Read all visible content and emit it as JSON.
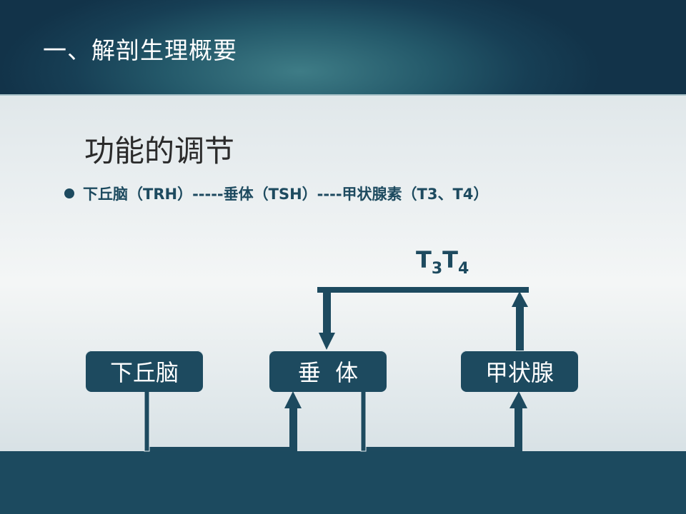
{
  "header": {
    "title": "一、解剖生理概要"
  },
  "section": {
    "subtitle": "功能的调节"
  },
  "bullet": {
    "text": "下丘脑（TRH）-----垂体（TSH）----甲状腺素（T3、T4）"
  },
  "diagram": {
    "nodes": [
      {
        "label": "下丘脑"
      },
      {
        "label": "垂  体"
      },
      {
        "label": "甲状腺"
      }
    ],
    "feedback_label": {
      "t1": "T",
      "s1": "3",
      "t2": "T",
      "s2": "4"
    }
  },
  "colors": {
    "primary": "#1d4a5f",
    "header_dark": "#123349",
    "header_light": "#3e7c86"
  }
}
